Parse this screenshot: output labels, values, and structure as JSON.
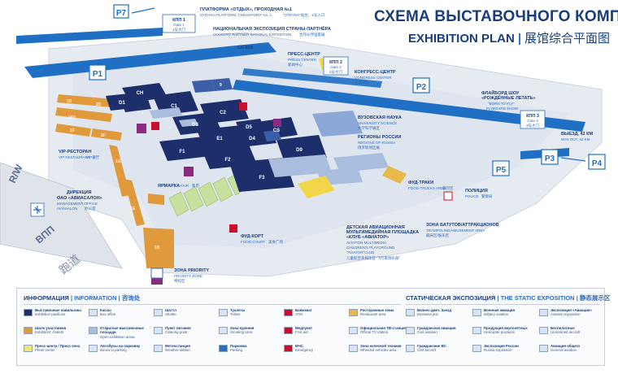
{
  "header": {
    "title_ru": "СХЕМА ВЫСТАВОЧНОГО КОМПЛЕКСА",
    "title_en": "EXHIBITION PLAN",
    "title_cn": "展馆综合平面图"
  },
  "gates": {
    "kpp1": {
      "label": "КПП 1",
      "en": "Gate 1",
      "cn": "1号大门"
    },
    "kpp2": {
      "label": "КПП 2",
      "en": "Gate 2",
      "cn": "2号大门"
    },
    "kpp3": {
      "label": "КПП 3",
      "en": "Gate 3",
      "cn": "3号大门"
    }
  },
  "labels": {
    "platform_ru": "ПЛАТФОРМА «ОТДЫХ», ПРОХОДНАЯ №1",
    "platform_en": "OTDYKH PLATFORM, CHECKPOINT No. 1",
    "platform_cn": "“OTDYKH”站台，1号入口",
    "national_ru": "НАЦИОНАЛЬНАЯ ЭКСПОЗИЦИЯ СТРАНЫ-ПАРТНЁРА",
    "national_en": "COUNTRY PARTNER NATIONAL EXPOSITION",
    "national_cn": "合作伙伴国家展",
    "cr929": "CR-929",
    "press_ru": "ПРЕСС-ЦЕНТР",
    "press_en": "PRESS CENTER",
    "press_cn": "新闻中心",
    "congress_ru": "КОНГРЕСС-ЦЕНТР",
    "congress_en": "CONGRESS CENTER",
    "congress_cn": "会议中心",
    "flyboard_ru1": "ФЛАЙБОРД ШОУ",
    "flyboard_ru2": "«РОЖДЁННЫЕ ЛЕТАТЬ»",
    "flyboard_en1": "\"BORN TO FLY\"",
    "flyboard_en2": "FLYBOARD SHOW",
    "science_ru": "ВУЗОВСКАЯ НАУКА",
    "science_en": "UNIVERSITY SCIENCE",
    "science_cn": "大学科学展区",
    "regions_ru": "РЕГИОНЫ РОССИИ",
    "regions_en": "REGIONS OF RUSSIA",
    "regions_cn": "俄罗斯地区展",
    "exit_ru": "ВЫЕЗД, 42 КМ",
    "exit_en": "WAY OUT, 42 KM",
    "vip_ru": "VIP-РЕСТОРАН",
    "vip_en": "VIP RESTAURANT",
    "vip_cn": "VIP餐厅",
    "mgmt_ru1": "ДИРЕКЦИЯ",
    "mgmt_ru2": "ОАО «АВИАСАЛОН»",
    "mgmt_en1": "MANAGEMENT OFFICE",
    "mgmt_en2": "AVIASALON",
    "mgmt_cn": "办公室",
    "fair": "ЯРМАРКА",
    "fair_en": "FAIR",
    "fair_cn": "集市",
    "foodtrucks_ru": "ФУД-ТРАКИ",
    "foodtrucks_en": "FOOD-TRUCKS AREA",
    "foodtrucks_cn": "餐饮区",
    "police_ru": "ПОЛИЦИЯ",
    "police_en": "POLICE",
    "police_cn": "警察局",
    "trampoline_ru": "ЗОНА БАТУТОВ/АТТРАКЦИОНОВ",
    "trampoline_en": "TRAMPOLINE/AMUSEMENT AREA",
    "trampoline_cn": "蹦床区/娱乐区",
    "kids_ru1": "ДЕТСКАЯ АВИАЦИОННАЯ",
    "kids_ru2": "МУЛЬТИМЕДИЙНАЯ ПЛОЩАДКА",
    "kids_ru3": "«КЛУБ «АВИАТОР»",
    "kids_en1": "AVIATION MULTIMEDIA",
    "kids_en2": "CHILDREN'S PLAYGROUND",
    "kids_en3": "\"AVIATOR\"CLUB",
    "kids_cn": "儿童航空多媒体区“飞行家俱乐部”",
    "foodcourt_ru": "ФУД-КОРТ",
    "foodcourt_en": "FOOD COURT",
    "foodcourt_cn": "美食广场",
    "priority_ru": "ЗОНА PRIORITY",
    "priority_en": "PRIORITY ZONE",
    "priority_cn": "特权区",
    "rw": "R/W",
    "vpp": "ВПП",
    "runway_cn": "跑道"
  },
  "parking": [
    "P7",
    "P1",
    "P2",
    "P3",
    "P4",
    "P5"
  ],
  "halls": [
    "CH",
    "D1",
    "C1",
    "C2",
    "CS",
    "D3",
    "D4",
    "D5",
    "D9",
    "E1",
    "F1",
    "F2",
    "F3",
    "1D",
    "2D",
    "1F",
    "2F",
    "1D1",
    "1G",
    "1E",
    "1B",
    "9"
  ],
  "legend": {
    "info_head_ru": "ИНФОРМАЦИЯ",
    "info_head_en": "INFORMATION",
    "info_head_cn": "咨询处",
    "static_head_ru": "СТАТИЧЕСКАЯ ЭКСПОЗИЦИЯ",
    "static_head_en": "THE STATIC EXPOSITION",
    "static_head_cn": "静态展示区",
    "info_items": [
      {
        "ru": "Выставочные павильоны",
        "en": "Exhibition pavilions",
        "color": "#1c2f6b"
      },
      {
        "ru": "Кассы",
        "en": "Box office",
        "color": "#d8e4f4"
      },
      {
        "ru": "Шаттл",
        "en": "Shuttle",
        "color": "#d8e4f4"
      },
      {
        "ru": "Туалеты",
        "en": "Toilets",
        "color": "#d8e4f4"
      },
      {
        "ru": "Банкомат",
        "en": "ATM",
        "color": "#c8102e"
      },
      {
        "ru": "Ресторанные зоны",
        "en": "Restaurant area",
        "color": "#e8b84a"
      },
      {
        "ru": "Шале участников",
        "en": "Exhibitors' chalets",
        "color": "#e09a3c"
      },
      {
        "ru": "Открытые выставочные площади",
        "en": "Open exhibition areas",
        "color": "#a9bedf"
      },
      {
        "ru": "Пункт питания",
        "en": "Catering point",
        "color": "#d8e4f4"
      },
      {
        "ru": "Зона курения",
        "en": "Smoking area",
        "color": "#d8e4f4"
      },
      {
        "ru": "Медпункт",
        "en": "First aid",
        "color": "#c8102e"
      },
      {
        "ru": "Официальная ТВ-станция",
        "en": "Official TV station",
        "color": "#d8e4f4"
      },
      {
        "ru": "Пресс-центр / Пресс-зона",
        "en": "Press center",
        "color": "#ece57a"
      },
      {
        "ru": "Автобусы на парковку",
        "en": "Buses to parking",
        "color": "#d8e4f4"
      },
      {
        "ru": "Метеостанция",
        "en": "Weather station",
        "color": "#d8e4f4"
      },
      {
        "ru": "Парковка",
        "en": "Parking",
        "color": "#2d6cc0"
      },
      {
        "ru": "МЧС",
        "en": "Emergency",
        "color": "#c8102e"
      },
      {
        "ru": "Зона колесной техники",
        "en": "Wheeled vehicles area",
        "color": "#d8e4f4"
      }
    ],
    "static_items": [
      {
        "ru": "Бизнес-джет. Заезд",
        "en": "Business jets",
        "color": "#d8e4f4"
      },
      {
        "ru": "Военная авиация",
        "en": "Military aviation",
        "color": "#d8e4f4"
      },
      {
        "ru": "Экспозиция «Авиация»",
        "en": "Aviation exposition",
        "color": "#d8e4f4"
      },
      {
        "ru": "Гражданская авиация",
        "en": "Civil aviation",
        "color": "#d8e4f4"
      },
      {
        "ru": "Продукция вертолётных",
        "en": "Helicopter products",
        "color": "#d8e4f4"
      },
      {
        "ru": "Беспилотные",
        "en": "Unmanned aircraft",
        "color": "#d8e4f4"
      },
      {
        "ru": "Гражданские ВС",
        "en": "Civil aircraft",
        "color": "#d8e4f4"
      },
      {
        "ru": "Экспозиция России",
        "en": "Russia exposition",
        "color": "#d8e4f4"
      },
      {
        "ru": "Авиация общего",
        "en": "General aviation",
        "color": "#d8e4f4"
      }
    ]
  },
  "colors": {
    "hall_dark": "#1c2f6b",
    "hall_mid": "#3a5ea8",
    "hall_light": "#a9bedf",
    "road_blue": "#1f6fc4",
    "chalet": "#e09a3c",
    "fair_green": "#c9df9e",
    "yellow": "#f2d64a",
    "accent_red": "#c8102e",
    "purple": "#8a2a80",
    "ground": "#e6ebf2"
  }
}
